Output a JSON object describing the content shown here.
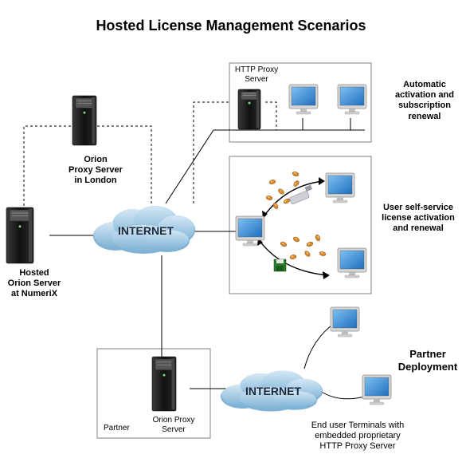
{
  "diagram": {
    "title": "Hosted License Management Scenarios",
    "cloud_label": "INTERNET",
    "nodes": {
      "http_proxy_box": {
        "label_lines": [
          "HTTP Proxy",
          "Server"
        ]
      },
      "orion_proxy_london": {
        "label_lines": [
          "Orion",
          "Proxy Server",
          "in London"
        ]
      },
      "hosted_orion": {
        "label_lines": [
          "Hosted",
          "Orion Server",
          "at NumeriX"
        ]
      },
      "partner_box": {
        "label": "Partner"
      },
      "partner_orion_proxy": {
        "label_lines": [
          "Orion Proxy",
          "Server"
        ]
      }
    },
    "scenarios": {
      "automatic": {
        "label_lines": [
          "Automatic",
          "activation and",
          "subscription",
          "renewal"
        ]
      },
      "self_service": {
        "label_lines": [
          "User self-service",
          "license activation",
          "and renewal"
        ]
      },
      "partner": {
        "label_lines": [
          "Partner",
          "Deployment"
        ]
      },
      "end_user": {
        "label_lines": [
          "End user Terminals with",
          "embedded proprietary",
          "HTTP Proxy Server"
        ]
      }
    },
    "colors": {
      "server_dark": "#1a1a1a",
      "monitor_frame": "#d8d8d8",
      "monitor_screen": "#3a8fd6",
      "cloud_fill": "#a9cde6",
      "cloud_shadow": "#7fb2d4",
      "line": "#000000",
      "box_border": "#808080",
      "flying_item": "#d98a2a"
    }
  }
}
